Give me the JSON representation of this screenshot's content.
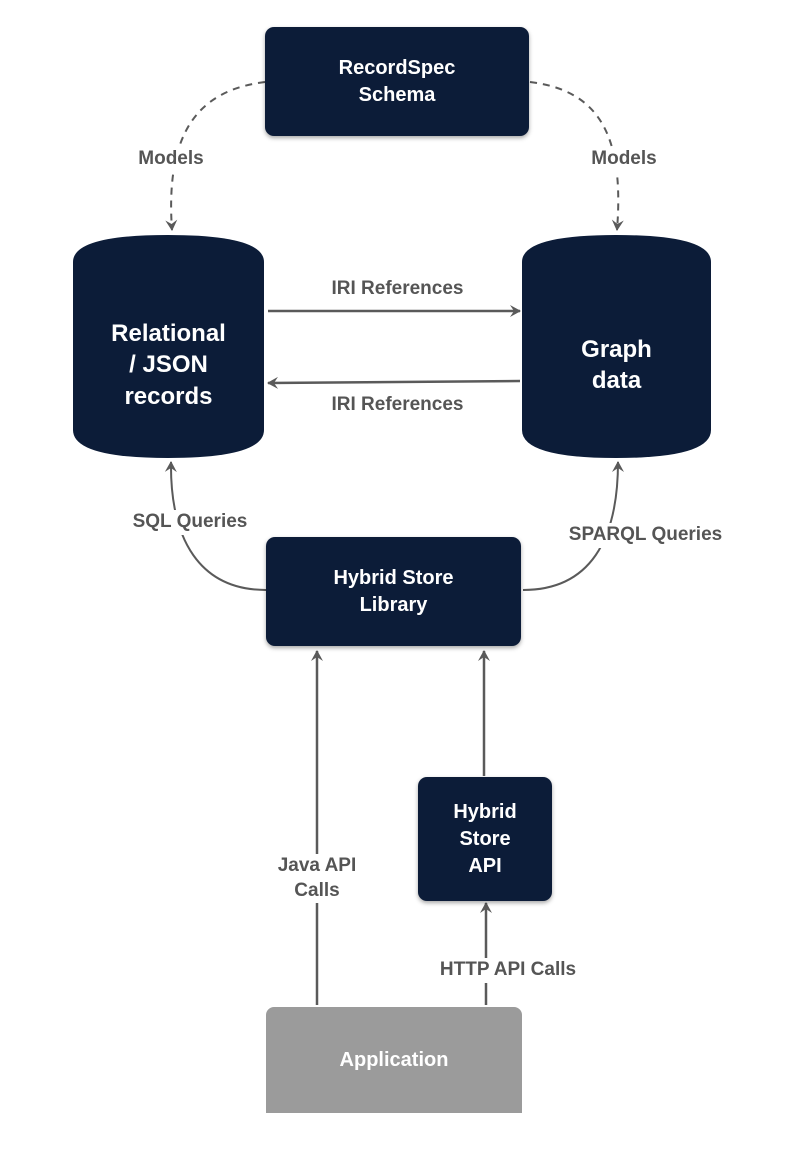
{
  "diagram": {
    "nodes": {
      "schema": {
        "label": "RecordSpec\nSchema",
        "shape": "rounded-rect"
      },
      "relational": {
        "label": "Relational\n/ JSON\nrecords",
        "shape": "cylinder"
      },
      "graph": {
        "label": "Graph\ndata",
        "shape": "cylinder"
      },
      "library": {
        "label": "Hybrid Store\nLibrary",
        "shape": "rounded-rect"
      },
      "api": {
        "label": "Hybrid\nStore\nAPI",
        "shape": "rounded-rect"
      },
      "application": {
        "label": "Application",
        "shape": "rounded-rect"
      }
    },
    "edges": {
      "models_left": {
        "label": "Models",
        "from": "schema",
        "to": "relational",
        "style": "dashed"
      },
      "models_right": {
        "label": "Models",
        "from": "schema",
        "to": "graph",
        "style": "dashed"
      },
      "iri_to_graph": {
        "label": "IRI References",
        "from": "relational",
        "to": "graph"
      },
      "iri_to_relational": {
        "label": "IRI References",
        "from": "graph",
        "to": "relational"
      },
      "sql": {
        "label": "SQL Queries",
        "from": "library",
        "to": "relational"
      },
      "sparql": {
        "label": "SPARQL Queries",
        "from": "library",
        "to": "graph"
      },
      "java": {
        "label": "Java API\nCalls",
        "from": "application",
        "to": "library"
      },
      "api_to_library": {
        "label": "",
        "from": "api",
        "to": "library"
      },
      "http": {
        "label": "HTTP API Calls",
        "from": "application",
        "to": "api"
      }
    },
    "colors": {
      "node_fill": "#0c1c38",
      "node_text": "#ffffff",
      "application_fill": "#9b9b9b",
      "edge": "#5a5a5a",
      "edge_label": "#555555"
    }
  }
}
